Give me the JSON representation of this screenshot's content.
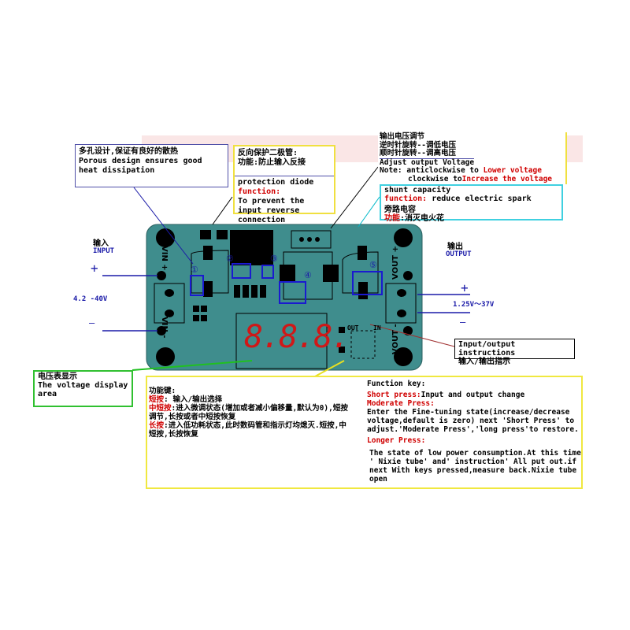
{
  "callouts": {
    "heat": {
      "cn": "多孔设计,保证有良好的散热",
      "en": "Porous design ensures good heat dissipation"
    },
    "diode": {
      "cn1": "反向保护二极管:",
      "cn2": "功能:防止输入反接",
      "en_title": "protection diode",
      "func_label": "function:",
      "en_desc": "To prevent the input reverse connection"
    },
    "voltage_adjust": {
      "cn1": "输出电压调节",
      "cn2": "逆时针旋转--调低电压",
      "cn3": "顺时针旋转--调高电压",
      "en1": "Adjust output Voltage",
      "note_prefix": "Note: anticlockwise to ",
      "note_red": "Lower voltage",
      "cw_prefix": "clockwise to",
      "cw_red": "Increase the voltage"
    },
    "shunt": {
      "title": "shunt capacity",
      "func_label": "function:",
      "func_desc": " reduce electric spark",
      "cn1": "旁路电容",
      "cn_func_label": "功能",
      "cn_func_desc": ":消灭电火花"
    },
    "io_instructions": {
      "en": "Input/output instructions",
      "cn": "输入/输出指示"
    },
    "display": {
      "cn": "电压表显示",
      "en": "The voltage display area"
    }
  },
  "input": {
    "cn": "输入",
    "en": "INPUT",
    "plus": "+",
    "minus": "—",
    "range": "4.2 -40V"
  },
  "output": {
    "cn": "输出",
    "en": "OUTPUT",
    "plus": "+",
    "minus": "—",
    "range": "1.25V～37V"
  },
  "board": {
    "vin_plus": "VIN +",
    "vin_minus": "VIN -",
    "vout_plus": "VOUT +",
    "vout_minus": "VOUT -",
    "out": "OUT",
    "in": "IN",
    "display_digits": "8.8.8.",
    "markers": [
      "①",
      "②",
      "③",
      "④",
      "⑤"
    ],
    "color": "#3f8d8d",
    "digit_color": "#d01818"
  },
  "function_key": {
    "cn_title": "功能键:",
    "cn_short_label": "短按",
    "cn_short": ": 输入/输出选择",
    "cn_mid_label": "中短按",
    "cn_mid": ":进入微调状态(增加或者减小偏移量,默认为0),短按调节,长按或者中短按恢复",
    "cn_long_label": "长按",
    "cn_long": ":进入低功耗状态,此时数码管和指示灯均熄灭.短按,中短按,长按恢复",
    "en_title": "Function key:",
    "short_label": "Short press:",
    "short_desc": "Input and output change",
    "moderate_label": "Moderate Press:",
    "moderate_desc": "Enter the Fine-tuning state(increase/decrease voltage,default is zero) next 'Short Press' to adjust.'Moderate Press','long press'to restore.",
    "longer_label": "Longer Press:",
    "longer_desc": "The state of low power consumption.At this time ' Nixie tube' and' instruction' All put out.if next With keys pressed,measure back.Nixie tube open"
  }
}
